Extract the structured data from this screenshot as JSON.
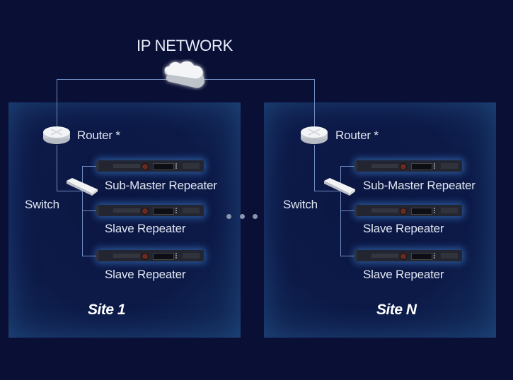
{
  "diagram": {
    "title": "IP NETWORK",
    "background_color": "#0a1035",
    "line_color": "#6f8cc0",
    "network": {
      "name": "IP NETWORK",
      "icon": "cloud-icon"
    },
    "ellipsis": "• • •",
    "sites": [
      {
        "label": "Site 1",
        "router_label": "Router *",
        "switch_label": "Switch",
        "repeaters": [
          {
            "label": "Sub-Master Repeater",
            "icon": "repeater-rack-icon"
          },
          {
            "label": "Slave Repeater",
            "icon": "repeater-rack-icon"
          },
          {
            "label": "Slave Repeater",
            "icon": "repeater-rack-icon"
          }
        ]
      },
      {
        "label": "Site N",
        "router_label": "Router *",
        "switch_label": "Switch",
        "repeaters": [
          {
            "label": "Sub-Master Repeater",
            "icon": "repeater-rack-icon"
          },
          {
            "label": "Slave Repeater",
            "icon": "repeater-rack-icon"
          },
          {
            "label": "Slave Repeater",
            "icon": "repeater-rack-icon"
          }
        ]
      }
    ]
  }
}
